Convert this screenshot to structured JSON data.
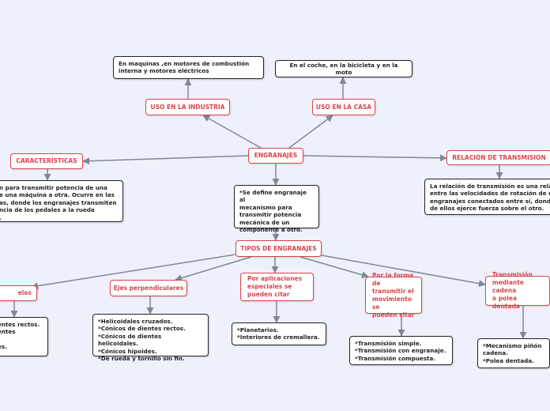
{
  "central": "ENGRANAJES",
  "uso_industria": "USO EN LA INDUSTRIA",
  "uso_industria_text": "En maquinas ,en motores de combustión\ninterna y motores eléctricos",
  "uso_casa": "USO EN LA CASA",
  "uso_casa_text": "En el coche, en la bicicleta y en la moto",
  "caracteristicas": "CARACTERÍSTICAS",
  "caracteristicas_text": "n para transmitir potencia de una\ne una máquina a otra. Ocurre en las\nas, donde los engranajes transmiten\nncia de los pedales a la rueda\n.",
  "relacion": "RELACIÓN DE TRANSMISION",
  "relacion_text": "La relación de transmisión es una relac\nentre las velocidades de rotación de do\nengranajes conectados entre sí, donde\nde ellos ejerce fuerza sobre el otro.",
  "definicion": "*Se define engranaje al\nmecanismo para\ntransmitir potencia\nmecánica de un\ncomponente a otro.",
  "tipos": "TIPOS DE ENGRANAJES",
  "paralelos": "elos",
  "paralelos_text": "entes rectos.\nentes\n\nes.",
  "perpendiculares": "Ejes perpendiculares",
  "perpendiculares_text": "*Helicoidales cruzados.\n*Cónicos de dientes rectos.\n*Cónicos de dientes helicoidales.\n*Cónicos hipoides.\n*De rueda y tornillo sin fin.",
  "especiales": "Por aplicaciones\nespeciales se\npueden citar",
  "especiales_text": "*Planetarios.\n*Interiores de cremallera.",
  "forma": "Por la forma de\ntransmitir el\nmovimiento se\npueden citar",
  "forma_text": "*Transmisión simple.\n*Transmisión con engranaje.\n*Transmisión compuesta.",
  "cadena": "Transmisión\nmediante cadena\no polea dentada",
  "cadena_text": "*Mecanismo piñón\ncadena.\n*Polea dentada.",
  "colors": {
    "background": "#eef1fb",
    "topic_border": "#d9434b",
    "note_border": "#222222",
    "connector": "#7f8896"
  }
}
